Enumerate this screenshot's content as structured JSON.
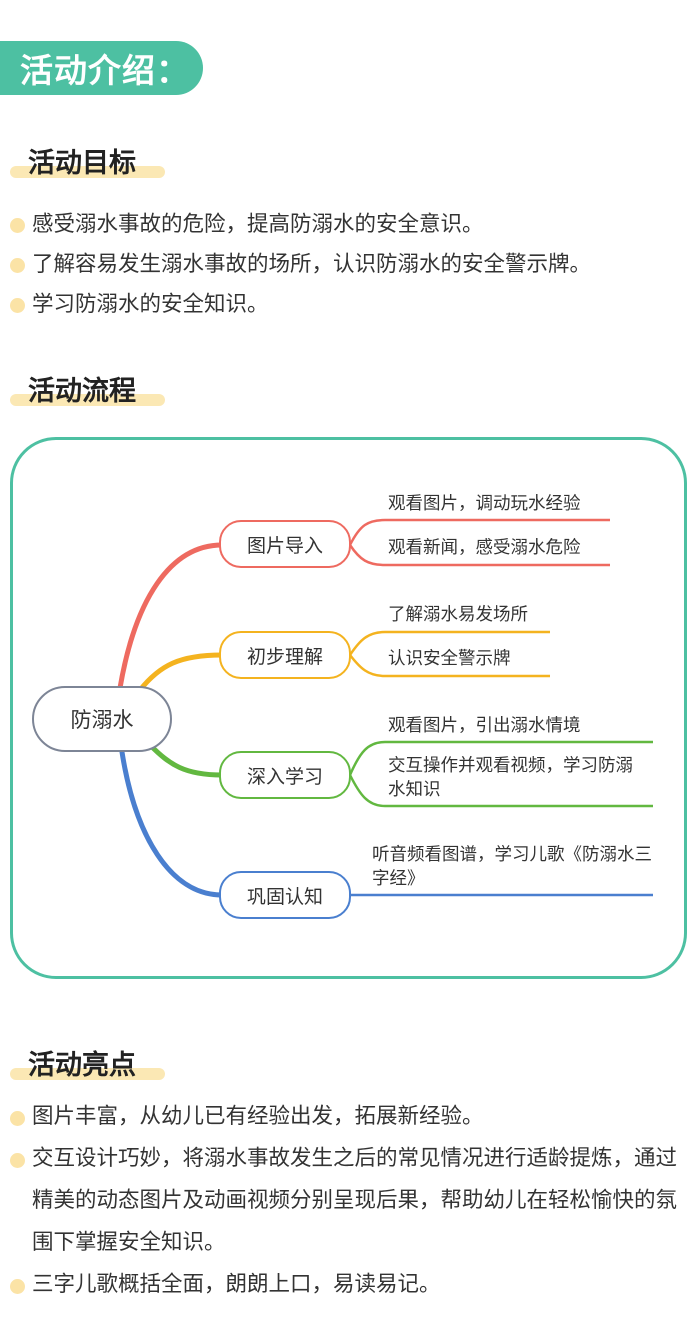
{
  "header": {
    "title": "活动介绍："
  },
  "goals": {
    "title": "活动目标",
    "items": [
      "感受溺水事故的危险，提高防溺水的安全意识。",
      "了解容易发生溺水事故的场所，认识防溺水的安全警示牌。",
      "学习防溺水的安全知识。"
    ]
  },
  "flow": {
    "title": "活动流程",
    "root": "防溺水",
    "branches": [
      {
        "label": "图片导入",
        "color": "#ee6a60",
        "leaves": [
          "观看图片，调动玩水经验",
          "观看新闻，感受溺水危险"
        ]
      },
      {
        "label": "初步理解",
        "color": "#f4b31f",
        "leaves": [
          "了解溺水易发场所",
          "认识安全警示牌"
        ]
      },
      {
        "label": "深入学习",
        "color": "#62b840",
        "leaves": [
          "观看图片，引出溺水情境",
          "交互操作并观看视频，学习防溺水知识"
        ]
      },
      {
        "label": "巩固认知",
        "color": "#4a7fcf",
        "leaves": [
          "听音频看图谱，学习儿歌《防溺水三字经》"
        ]
      }
    ]
  },
  "highlights": {
    "title": "活动亮点",
    "items": [
      "图片丰富，从幼儿已有经验出发，拓展新经验。",
      "交互设计巧妙，将溺水事故发生之后的常见情况进行适龄提炼，通过精美的动态图片及动画视频分别呈现后果，帮助幼儿在轻松愉快的氛围下掌握安全知识。",
      "三字儿歌概括全面，朗朗上口，易读易记。"
    ]
  }
}
